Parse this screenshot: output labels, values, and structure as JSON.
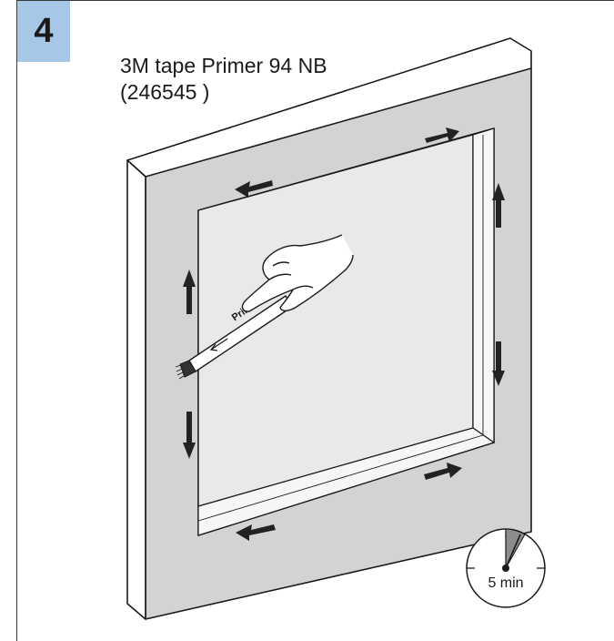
{
  "step": {
    "number": "4"
  },
  "caption": {
    "line1": "3M tape Primer 94 NB",
    "line2": "(246545 )"
  },
  "pen": {
    "label": "Primer"
  },
  "timer": {
    "label": "5 min"
  },
  "colors": {
    "badge": "#a7c7e7",
    "frame_face": "#d3d3d3",
    "glass": "#e9e9e9",
    "outline": "#1a1a1a",
    "arrow": "#222222"
  },
  "icons": [
    "arrow-icon",
    "hand-icon",
    "primer-pen-icon",
    "timer-icon"
  ]
}
